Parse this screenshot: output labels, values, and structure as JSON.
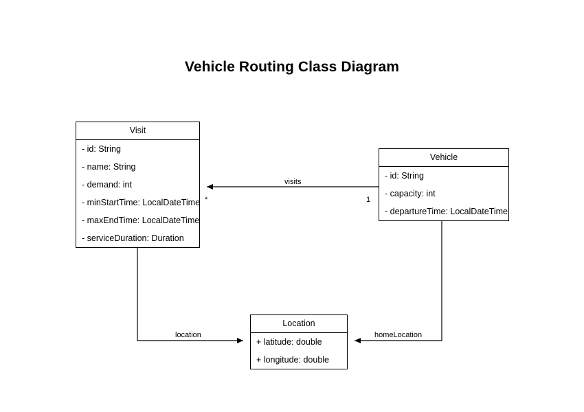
{
  "diagram": {
    "title": "Vehicle Routing Class Diagram",
    "type": "uml-class-diagram",
    "background_color": "#ffffff",
    "line_color": "#000000",
    "text_color": "#000000",
    "classes": [
      {
        "id": "visit",
        "name": "Visit",
        "attributes": [
          "- id: String",
          "- name: String",
          "- demand: int",
          "- minStartTime: LocalDateTime",
          "- maxEndTime: LocalDateTime",
          "- serviceDuration: Duration"
        ]
      },
      {
        "id": "vehicle",
        "name": "Vehicle",
        "attributes": [
          "- id: String",
          "- capacity: int",
          "- departureTime: LocalDateTime"
        ]
      },
      {
        "id": "location",
        "name": "Location",
        "attributes": [
          "+ latitude: double",
          "+ longitude: double"
        ]
      }
    ],
    "relationships": [
      {
        "id": "visits",
        "label": "visits",
        "from": "Vehicle",
        "to": "Visit",
        "source_multiplicity": "1",
        "target_multiplicity": "*"
      },
      {
        "id": "location",
        "label": "location",
        "from": "Visit",
        "to": "Location",
        "source_multiplicity": "",
        "target_multiplicity": ""
      },
      {
        "id": "homeLocation",
        "label": "homeLocation",
        "from": "Vehicle",
        "to": "Location",
        "source_multiplicity": "",
        "target_multiplicity": ""
      }
    ]
  }
}
